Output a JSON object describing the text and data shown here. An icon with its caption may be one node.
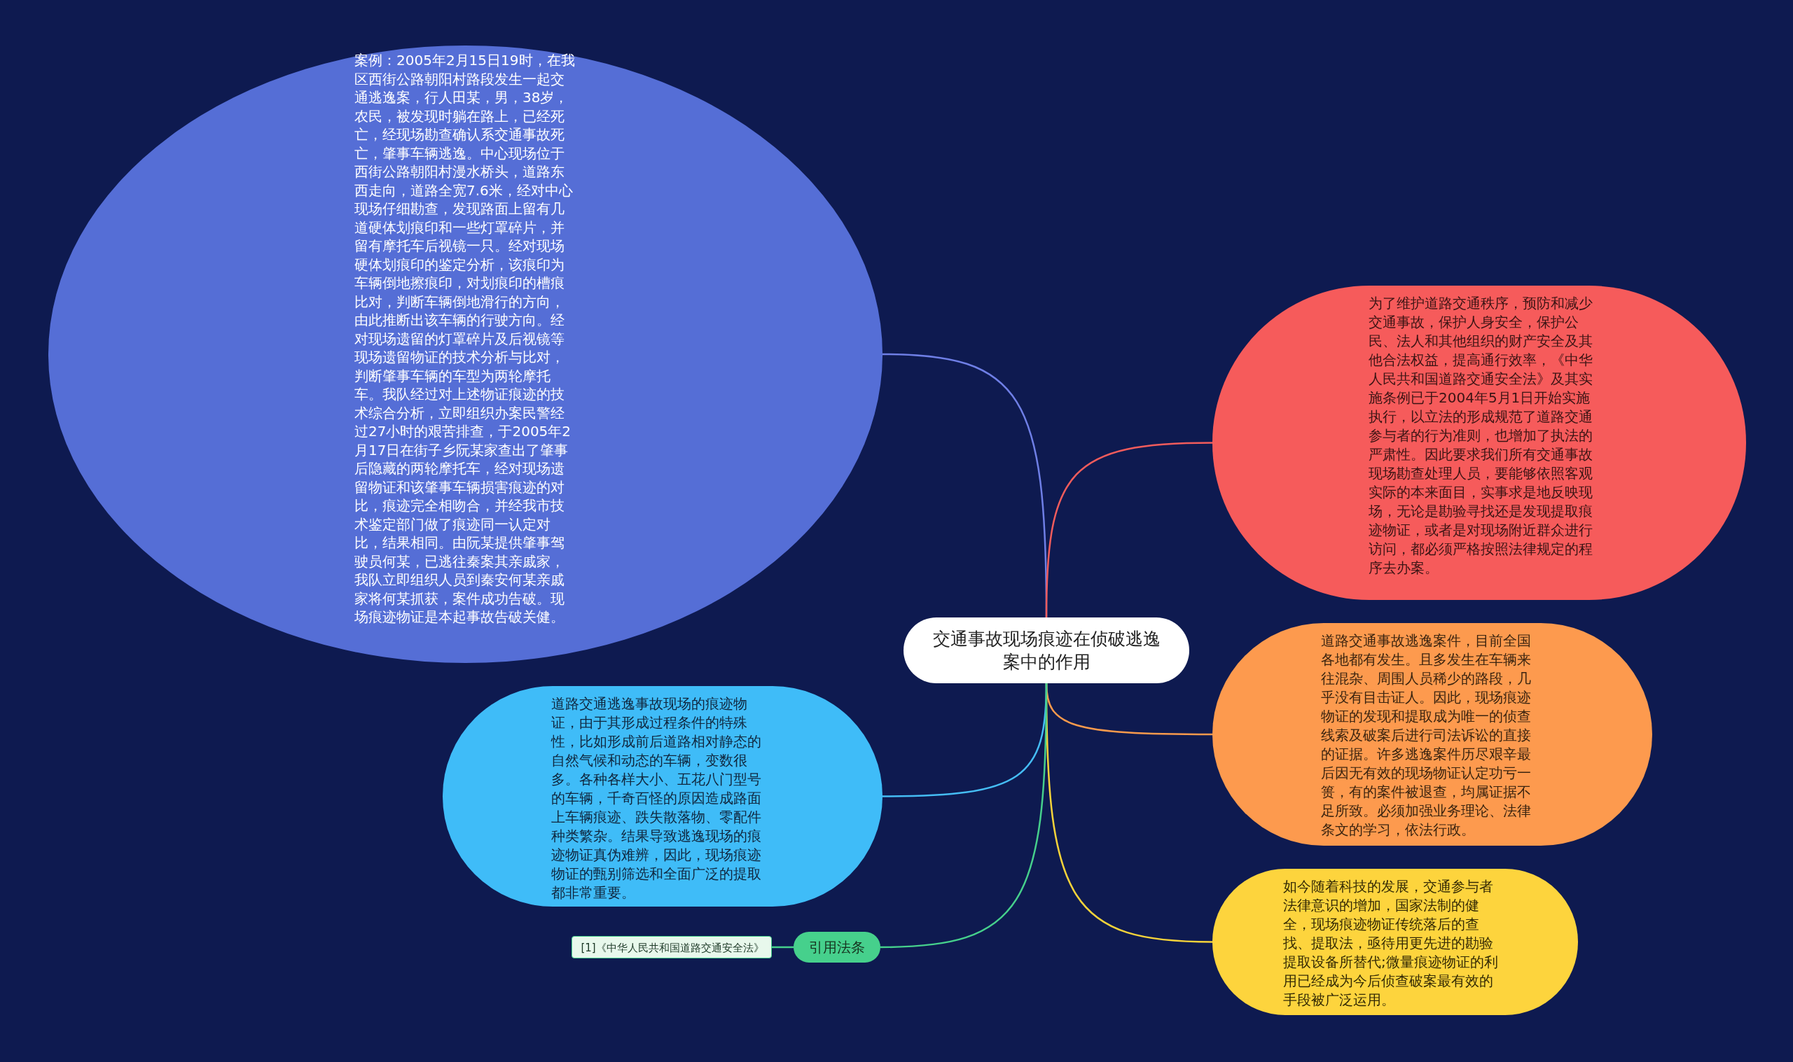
{
  "diagram": {
    "nodes": [
      {
        "text": [
          "交通事故现场痕迹在侦破逃逸案中的作用"
        ]
      },
      {
        "text": [
          "案例：2005年2月15日19时，在我区西街公路朝阳村路段发生一起交通逃逸案，行人田某，男，38岁，农民，被发现时躺在路上，已经死亡，经现场勘查确认系交通事故死亡，肇事车辆逃逸。中心现场位于西街公路朝阳村漫水桥头，道路东西走向，道路全宽7.6米，经对中心现场仔细勘查，发现路面上留有几道硬体划痕印和一些灯罩碎片，并留有摩托车后视镜一只。经对现场硬体划痕印的鉴定分析，该痕印为车辆倒地擦痕印，对划痕印的槽痕比对，判断车辆倒地滑行的方向，由此推断出该车辆的行驶方向。经对现场遗留的灯罩碎片及后视镜等现场遗留物证的技术分析与比对，判断肇事车辆的车型为两轮摩托车。我队经过对上述物证痕迹的技术综合分析，立即组织办案民警经过27小时的艰苦排查，于2005年2月17日在街子乡阮某家查出了肇事后隐藏的两轮摩托车，经对现场遗留物证和该肇事车辆损害痕迹的对比，痕迹完全相吻合，并经我市技术鉴定部门做了痕迹同一认定对比，结果相同。由阮某提供肇事驾驶员何某，已逃往秦案其亲戚家，我队立即组织人员到秦安何某亲戚家将何某抓获，案件成功告破。现场痕迹物证是本起事故告破关健。"
        ]
      },
      {
        "text": [
          "为了维护道路交通秩序，预防和减少交通事故，保护人身安全，保护公民、法人和其他组织的财产安全及其他合法权益，提高通行效率，《中华人民共和国道路交通安全法》及其实施条例已于2004年5月1日开始实施执行，以立法的形成规范了道路交通参与者的行为准则，也增加了执法的严肃性。因此要求我们所有交通事故现场勘查处理人员，要能够依照客观实际的本来面目，实事求是地反映现场，无论是勘验寻找还是发现提取痕迹物证，或者是对现场附近群众进行访问，都必须严格按照法律规定的程序去办案。"
        ]
      },
      {
        "text": [
          "道路交通事故逃逸案件，目前全国各地都有发生。且多发生在车辆来往混杂、周围人员稀少的路段，几乎没有目击证人。因此，现场痕迹物证的发现和提取成为唯一的侦查线索及破案后进行司法诉讼的直接的证据。许多逃逸案件历尽艰辛最后因无有效的现场物证认定功亏一篑，有的案件被退查，均属证据不足所致。必须加强业务理论、法律条文的学习，依法行政。"
        ]
      },
      {
        "text": [
          "如今随着科技的发展，交通参与者法律意识的增加，国家法制的健全，现场痕迹物证传统落后的查找、提取法，亟待用更先进的勘验提取设备所替代;微量痕迹物证的利用已经成为今后侦查破案最有效的手段被广泛运用。"
        ]
      },
      {
        "text": [
          "道路交通逃逸事故现场的痕迹物证，由于其形成过程条件的特殊性，比如形成前后道路相对静态的自然气候和动态的车辆，变数很多。各种各样大小、五花八门型号的车辆，千奇百怪的原因造成路面上车辆痕迹、跌失散落物、零配件种类繁杂。结果导致逃逸现场的痕迹物证真伪难辨，因此，现场痕迹物证的甄别筛选和全面广泛的提取都非常重要。"
        ]
      },
      {
        "text": [
          "引用法条"
        ]
      },
      {
        "text": [
          "[1]《中华人民共和国道路交通安全法》"
        ]
      }
    ],
    "edges": [
      {
        "from": 0,
        "to": 1,
        "arrow": "none",
        "color": "#6f7fe6"
      },
      {
        "from": 0,
        "to": 2,
        "arrow": "none",
        "color": "#f25c5c"
      },
      {
        "from": 0,
        "to": 3,
        "arrow": "none",
        "color": "#f99a4c"
      },
      {
        "from": 0,
        "to": 4,
        "arrow": "none",
        "color": "#f5d33a"
      },
      {
        "from": 0,
        "to": 5,
        "arrow": "none",
        "color": "#45bdf5"
      },
      {
        "from": 0,
        "to": 6,
        "arrow": "none",
        "color": "#46d08c"
      },
      {
        "from": 6,
        "to": 7,
        "arrow": "none",
        "color": "#46d08c"
      }
    ]
  }
}
